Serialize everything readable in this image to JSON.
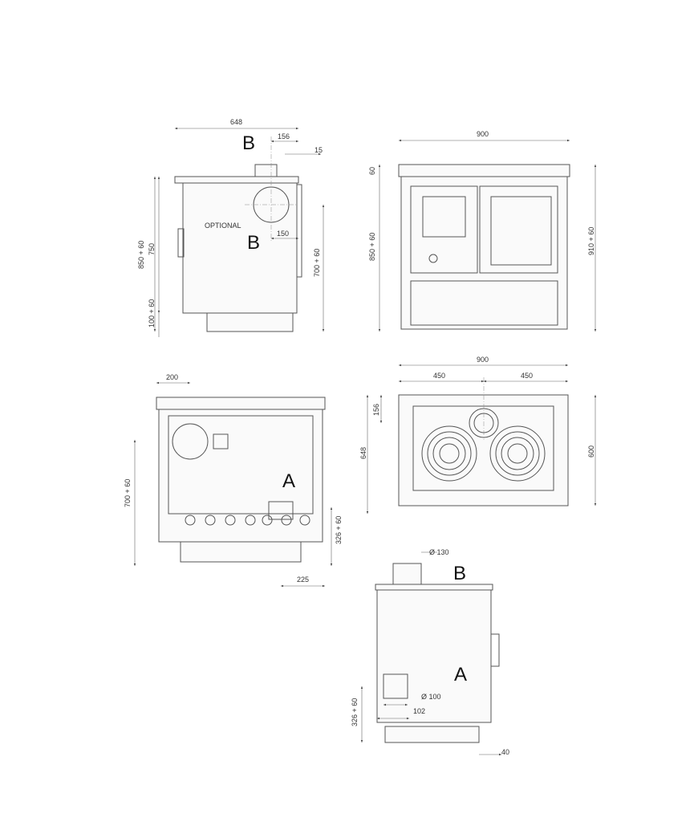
{
  "side_view": {
    "dim_width": "648",
    "dim_flue_offset": "156",
    "dim_top_offset": "15",
    "dim_optional_offset": "150",
    "optional_label": "OPTIONAL",
    "dim_total_height": "850 + 60",
    "dim_body_height": "750",
    "dim_plinth": "100 + 60",
    "dim_rear_flue_height": "700 + 60",
    "label_b_top": "B",
    "label_b_rear": "B"
  },
  "front_view": {
    "dim_width": "900",
    "dim_top": "60",
    "dim_left_height": "850 + 60",
    "dim_right_height": "910 + 60"
  },
  "rear_view": {
    "dim_flue_offset": "200",
    "dim_flue_height": "700 + 60",
    "dim_connection_height": "326 + 60",
    "dim_connection_offset": "225",
    "label_a": "A"
  },
  "top_view": {
    "dim_width": "900",
    "dim_half_left": "450",
    "dim_half_right": "450",
    "dim_flue_depth": "156",
    "dim_depth": "648",
    "dim_hob_depth": "600"
  },
  "side_view_2": {
    "dim_flue_diameter": "Ø 130",
    "label_b": "B",
    "label_a": "A",
    "dim_pipe_diameter": "Ø 100",
    "dim_pipe_offset": "102",
    "dim_pipe_height": "326 + 60",
    "dim_foot": "40"
  }
}
